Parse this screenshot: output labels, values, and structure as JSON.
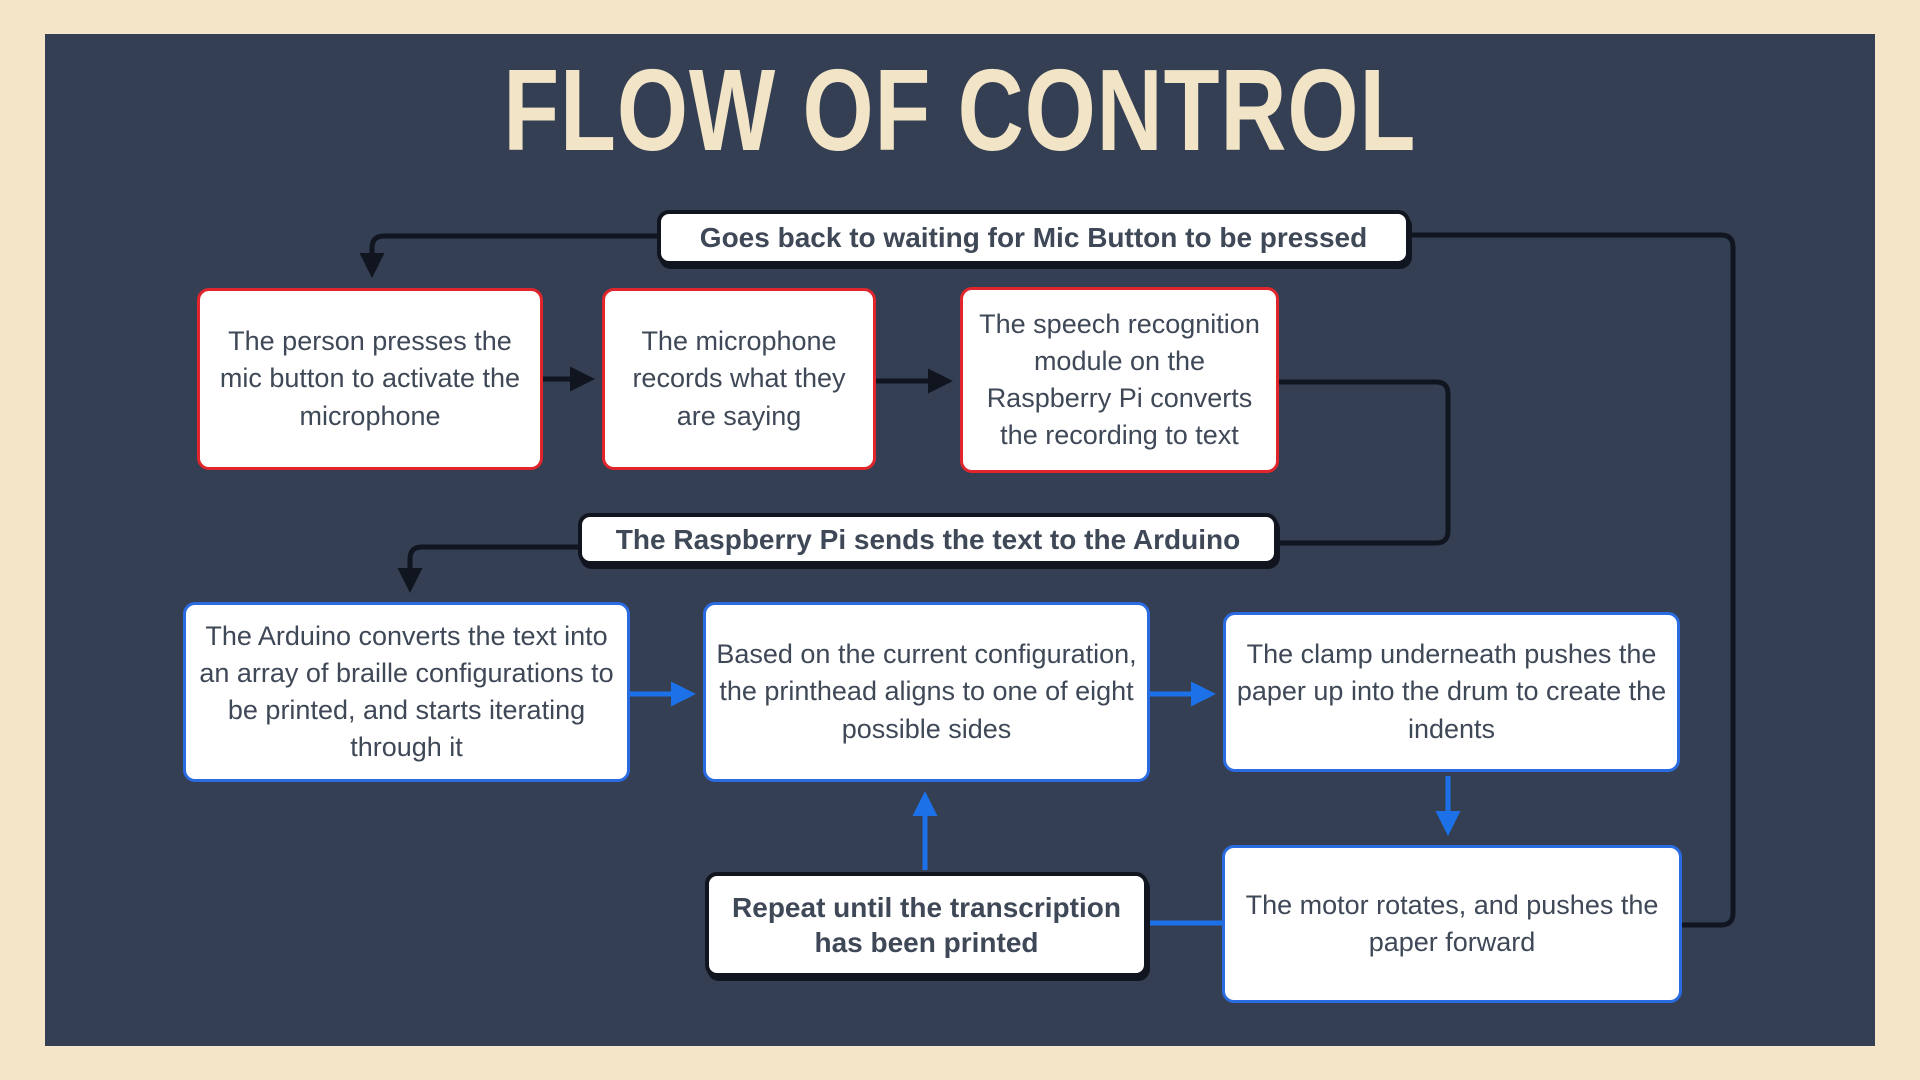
{
  "title": "FLOW OF CONTROL",
  "banners": {
    "top": "Goes back to waiting for Mic Button to be pressed",
    "middle": "The Raspberry Pi sends the text to the Arduino",
    "repeat": "Repeat until the transcription has been printed"
  },
  "steps": {
    "press_mic": "The person presses the mic button to activate the microphone",
    "record": "The microphone records what they are saying",
    "speech_to_text": "The speech recognition module on the Raspberry Pi converts the recording to text",
    "arduino_convert": "The Arduino converts the text into an array of braille configurations to be printed, and starts iterating through it",
    "printhead_align": "Based on the current configuration, the printhead aligns to one of eight possible sides",
    "clamp_push": "The clamp underneath pushes the paper up into the drum to create the indents",
    "motor_rotate": "The  motor rotates, and pushes the paper forward"
  },
  "colors": {
    "frame": "#f4e4c8",
    "panel": "#353f53",
    "title_text": "#f2e4c6",
    "box_text": "#3f4857",
    "red_border": "#e0262c",
    "blue_border": "#2b6be1",
    "blue_arrow": "#1d71e8",
    "black_line": "#10151f"
  }
}
